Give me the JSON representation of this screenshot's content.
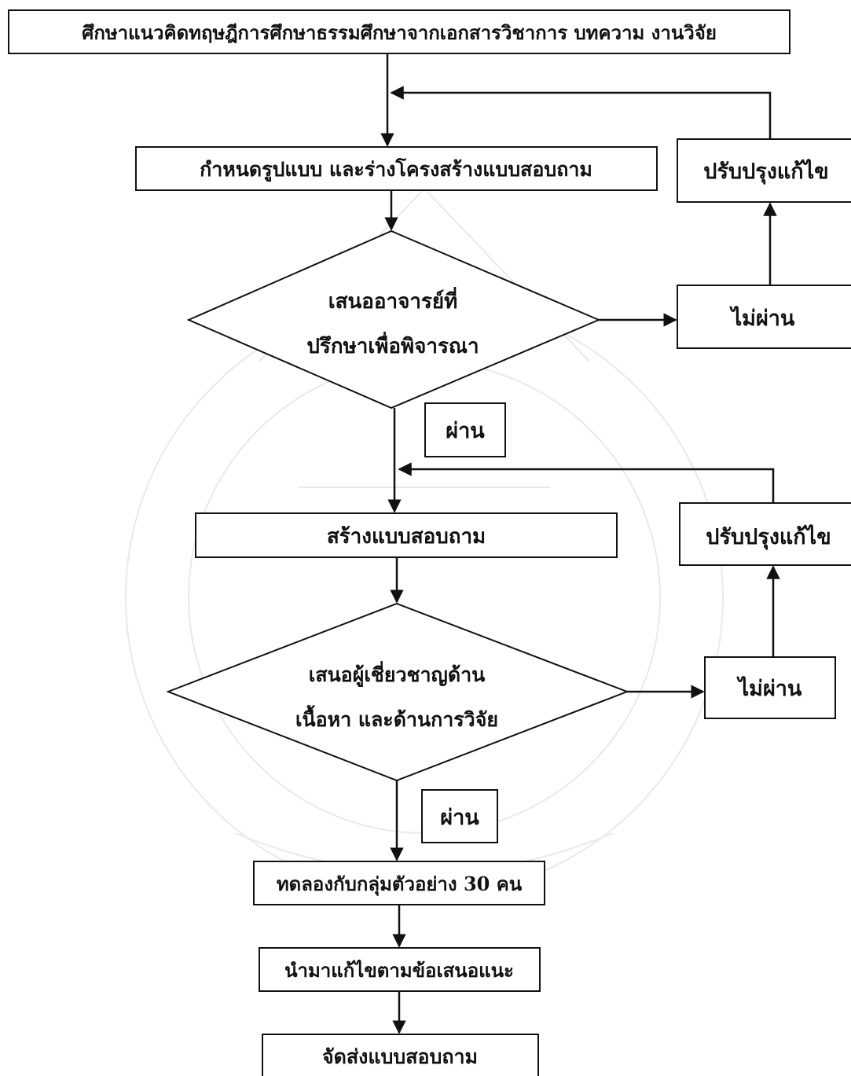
{
  "nodes": {
    "n_research": "ศึกษาแนวคิดทฤษฎีการศึกษาธรรมศึกษาจากเอกสารวิชาการ บทความ งานวิจัย",
    "n_define": "กำหนดรูปแบบ และร่างโครงสร้างแบบสอบถาม",
    "n_advisor": [
      "เสนออาจารย์ที่",
      "ปรึกษาเพื่อพิจารณา"
    ],
    "n_fail1": "ไม่ผ่าน",
    "n_revise1": "ปรับปรุงแก้ไข",
    "n_pass1": "ผ่าน",
    "n_build": "สร้างแบบสอบถาม",
    "n_expert": [
      "เสนอผู้เชี่ยวชาญด้าน",
      "เนื้อหา และด้านการวิจัย"
    ],
    "n_fail2": "ไม่ผ่าน",
    "n_revise2": "ปรับปรุงแก้ไข",
    "n_pass2": "ผ่าน",
    "n_pilot": "ทดลองกับกลุ่มตัวอย่าง 30 คน",
    "n_fix": "นำมาแก้ไขตามข้อเสนอแนะ",
    "n_send": "จัดส่งแบบสอบถาม"
  },
  "colors": {
    "line": "#111111",
    "fill": "#ffffff",
    "watermark": "#555555"
  }
}
